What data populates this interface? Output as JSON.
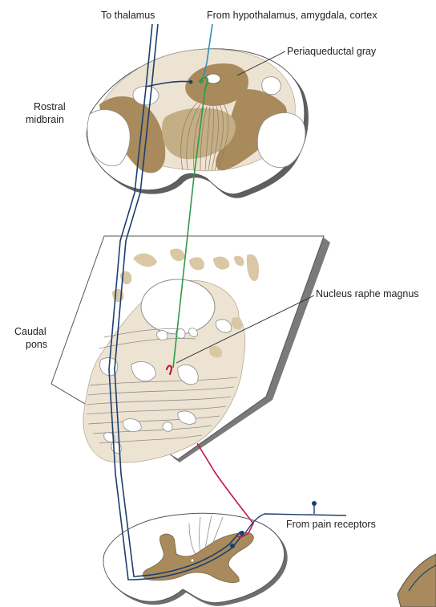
{
  "labels": {
    "to_thalamus": "To thalamus",
    "from_hypothalamus": "From hypothalamus, amygdala, cortex",
    "periaqueductal_gray": "Periaqueductal gray",
    "rostral_midbrain_line1": "Rostral",
    "rostral_midbrain_line2": "midbrain",
    "nucleus_raphe_magnus": "Nucleus raphe magnus",
    "caudal_pons_line1": "Caudal",
    "caudal_pons_line2": "pons",
    "from_pain_receptors": "From pain receptors"
  },
  "colors": {
    "tan_light": "#EDE3D2",
    "tan_dark": "#A88A5C",
    "tract_blue": "#1C3F6E",
    "input_cyan": "#2D8FBF",
    "green_pathway": "#2E9A48",
    "red_pathway": "#C4174B",
    "outline_gray": "#6E6E6E"
  }
}
